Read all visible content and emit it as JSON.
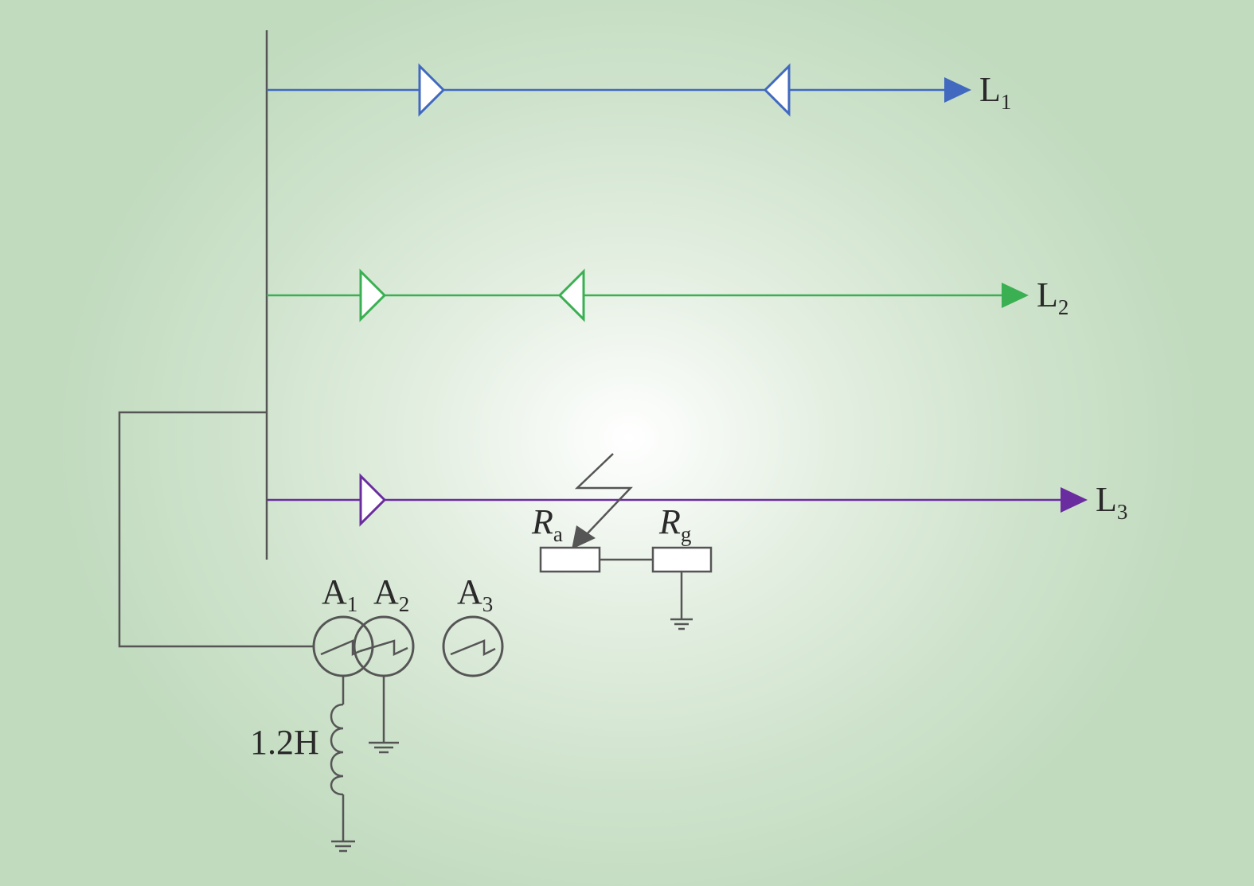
{
  "colors": {
    "wire": "#555555",
    "L1": "#4169c0",
    "L2": "#3bb052",
    "L3": "#6a2d9f",
    "background_center": "#ffffff",
    "background_edge": "#c1dbbf"
  },
  "feeders": [
    {
      "name": "L",
      "sub": "1",
      "color": "#4169c0"
    },
    {
      "name": "L",
      "sub": "2",
      "color": "#3bb052"
    },
    {
      "name": "L",
      "sub": "3",
      "color": "#6a2d9f"
    }
  ],
  "transformers": [
    {
      "name": "A",
      "sub": "1"
    },
    {
      "name": "A",
      "sub": "2"
    },
    {
      "name": "A",
      "sub": "3"
    }
  ],
  "inductor_label": "1.2H",
  "resistors": [
    {
      "name": "R",
      "sub": "a"
    },
    {
      "name": "R",
      "sub": "g"
    }
  ]
}
